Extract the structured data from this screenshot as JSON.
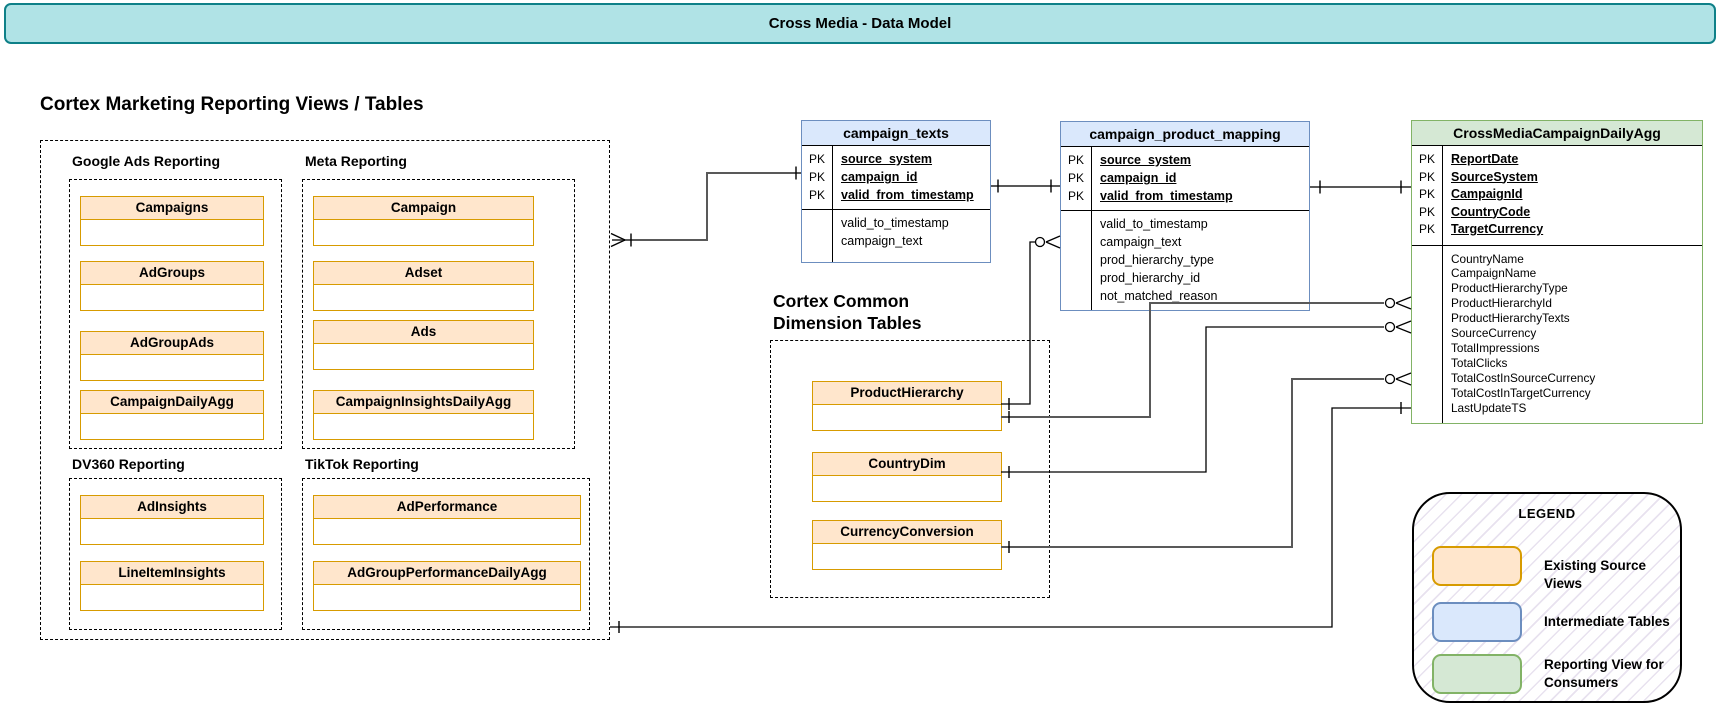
{
  "title_bar": {
    "text": "Cross Media - Data Model"
  },
  "colors": {
    "title_fill": "#b0e3e6",
    "title_stroke": "#0e8088",
    "source_fill": "#ffe6cc",
    "source_stroke": "#d79b00",
    "intermediate_fill": "#dae8fc",
    "intermediate_stroke": "#6c8ebf",
    "reporting_fill": "#d5e8d4",
    "reporting_stroke": "#82b366",
    "connector_gray": "#595959",
    "connector_black": "#000000"
  },
  "sections": {
    "marketing": {
      "heading": "Cortex Marketing Reporting Views / Tables",
      "groups": [
        {
          "label": "Google Ads Reporting",
          "tables": [
            "Campaigns",
            "AdGroups",
            "AdGroupAds",
            "CampaignDailyAgg"
          ]
        },
        {
          "label": "Meta Reporting",
          "tables": [
            "Campaign",
            "Adset",
            "Ads",
            "CampaignInsightsDailyAgg"
          ]
        },
        {
          "label": "DV360 Reporting",
          "tables": [
            "AdInsights",
            "LineItemInsights"
          ]
        },
        {
          "label": "TikTok Reporting",
          "tables": [
            "AdPerformance",
            "AdGroupPerformanceDailyAgg"
          ]
        }
      ]
    },
    "common_dim": {
      "heading_line1": "Cortex Common",
      "heading_line2": "Dimension Tables",
      "tables": [
        "ProductHierarchy",
        "CountryDim",
        "CurrencyConversion"
      ]
    }
  },
  "er_tables": {
    "campaign_texts": {
      "name": "campaign_texts",
      "pk_labels": [
        "PK",
        "PK",
        "PK"
      ],
      "pk_fields": [
        "source_system",
        "campaign_id",
        "valid_from_timestamp"
      ],
      "fields": [
        "valid_to_timestamp",
        "campaign_text"
      ]
    },
    "campaign_product_mapping": {
      "name": "campaign_product_mapping",
      "pk_labels": [
        "PK",
        "PK",
        "PK"
      ],
      "pk_fields": [
        "source_system",
        "campaign_id",
        "valid_from_timestamp"
      ],
      "fields": [
        "valid_to_timestamp",
        "campaign_text",
        "prod_hierarchy_type",
        "prod_hierarchy_id",
        "not_matched_reason"
      ]
    },
    "cross_media_campaign_daily_agg": {
      "name": "CrossMediaCampaignDailyAgg",
      "pk_labels": [
        "PK",
        "PK",
        "PK",
        "PK",
        "PK"
      ],
      "pk_fields": [
        "ReportDate",
        "SourceSystem",
        "CampaignId",
        "CountryCode",
        "TargetCurrency"
      ],
      "fields": [
        "CountryName",
        "CampaignName",
        "ProductHierarchyType",
        "ProductHierarchyId",
        "ProductHierarchyTexts",
        "SourceCurrency",
        "TotalImpressions",
        "TotalClicks",
        "TotalCostInSourceCurrency",
        "TotalCostInTargetCurrency",
        "LastUpdateTS"
      ]
    }
  },
  "legend": {
    "title": "LEGEND",
    "items": [
      {
        "label": "Existing Source Views",
        "color": "#ffe6cc",
        "border": "#d79b00"
      },
      {
        "label": "Intermediate Tables",
        "color": "#dae8fc",
        "border": "#6c8ebf"
      },
      {
        "label": "Reporting View for Consumers",
        "color": "#d5e8d4",
        "border": "#82b366"
      }
    ]
  }
}
